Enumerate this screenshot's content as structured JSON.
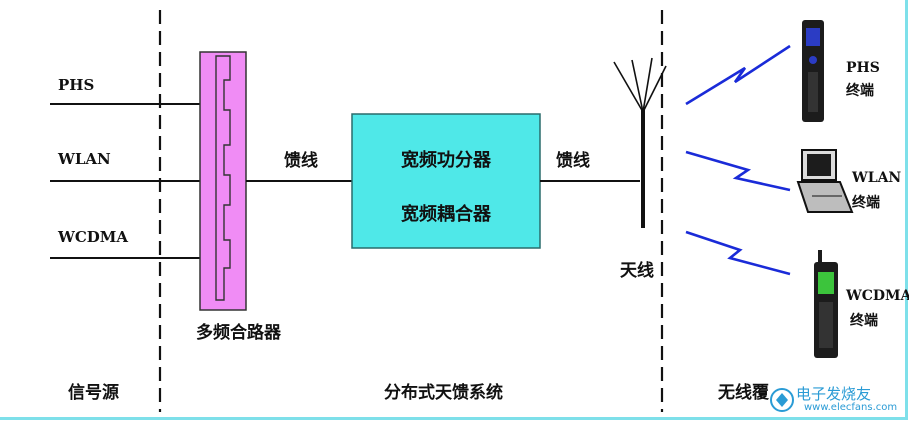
{
  "signals": {
    "phs": "PHS",
    "wlan": "WLAN",
    "wcdma": "WCDMA"
  },
  "combiner": {
    "label": "多频合路器"
  },
  "feeder": {
    "left": "馈线",
    "right": "馈线"
  },
  "box": {
    "line1": "宽频功分器",
    "line2": "宽频耦合器"
  },
  "antenna": {
    "label": "天线"
  },
  "terminals": {
    "phs": {
      "name": "PHS",
      "suffix": "终端"
    },
    "wlan": {
      "name": "WLAN",
      "suffix": "终端"
    },
    "wcdma": {
      "name": "WCDMA",
      "suffix": "终端"
    }
  },
  "sections": {
    "source": "信号源",
    "das": "分布式天馈系统",
    "wireless": "无线覆"
  },
  "watermark": {
    "text": "电子发烧友",
    "url": "www.elecfans.com"
  },
  "colors": {
    "combiner_fill": "#f08cf5",
    "box_fill": "#4fe8e8",
    "box_border": "#2a6b6b",
    "wave": "#1a2bd8",
    "frame": "#7ee0ea"
  }
}
